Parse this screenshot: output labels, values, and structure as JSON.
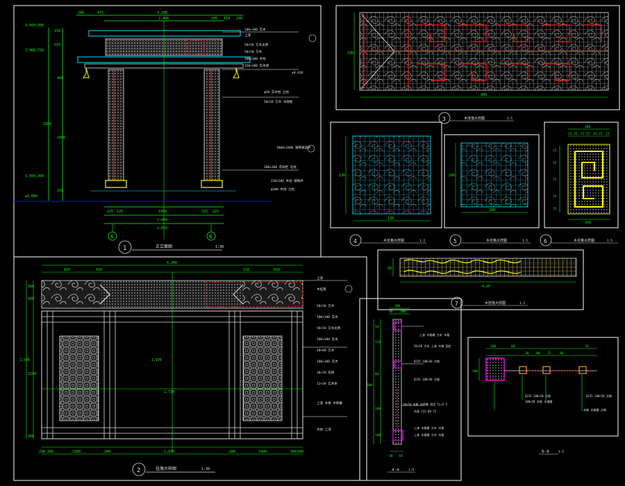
{
  "colors": {
    "bg": "#000000",
    "frame": "#ffffff",
    "dim": "#00ff00",
    "blue": "#0000ff",
    "cyan": "#00e5ff",
    "red": "#ff2020",
    "yellow": "#ffff00",
    "magenta": "#ff00ff",
    "gray": "#b0b0b0",
    "orange": "#ff9a00"
  },
  "panel1": {
    "dims_top": [
      "240",
      "475",
      "4,200",
      "205",
      "410",
      "240",
      "2,404"
    ],
    "dims_bottom": [
      "225",
      "225",
      "1950",
      "225",
      "225",
      "2,404",
      "2,850"
    ],
    "levels": [
      "3.560,300",
      "3.060,750",
      "1.560,300",
      "±0.000"
    ],
    "left_dims": [
      "150",
      "510",
      "2050",
      "3300",
      "460",
      "150"
    ],
    "callouts": [
      "100×100 实木",
      "上漆",
      "50×50 方木龙骨",
      "50×50 方木",
      "100×100 木柱",
      "150×200 实木梁",
      "±0.420",
      "φ50 实木柱 立柱",
      "50×50 方木 木地板",
      "1800×1800 铸铁铸造件",
      "200×200 花岗岩 石柱",
      "150×500 木柱 铸铁件",
      "φ200 木柱 立柱"
    ],
    "axis_a": "A",
    "axis_b": "B",
    "number": "1",
    "title": "正立面图",
    "scale": "1:30"
  },
  "panel2": {
    "dims_top": [
      "810",
      "150",
      "4,200",
      "150",
      "810"
    ],
    "dims_bottom": [
      "200",
      "300",
      "1090",
      "200",
      "1,930",
      "200",
      "1090",
      "300",
      "200"
    ],
    "left_dims": [
      "300",
      "300",
      "2100",
      "2,700",
      "300"
    ],
    "center_vert": "1,970",
    "center_horiz": "1,730",
    "callouts": [
      "上漆",
      "木挂落",
      "50×50 方木",
      "100×100 实木",
      "50×50 方木龙骨",
      "100×100 实木",
      "40×60 方木",
      "100×100 实木",
      "30×70 花格",
      "12×50 实木条",
      "上漆 木格 木格栅",
      "木柱 上漆"
    ],
    "number": "2",
    "title": "挂落大样图",
    "scale": "1:30"
  },
  "panel3": {
    "dim_v": "330",
    "dim_h": "900",
    "number": "3",
    "title": "木挂落大样图",
    "scale": "1:5"
  },
  "panel4": {
    "dim_v": "130",
    "dim_h": "130",
    "number": "4",
    "title": "木花格大样图",
    "scale": "1:2"
  },
  "panel5": {
    "dim_v": "200",
    "dim_h": "200",
    "number": "5",
    "title": "木花格大样图",
    "scale": "1:5"
  },
  "panel6": {
    "dims_top": [
      "180",
      "15",
      "35",
      "15",
      "55",
      "15",
      "35",
      "15"
    ],
    "dims_left": [
      "15",
      "35",
      "55",
      "35",
      "15"
    ],
    "note": "木纹",
    "number": "6",
    "title": "木花格大样图",
    "scale": "1:5"
  },
  "panel7": {
    "dim_v": "50",
    "dim_h": "4,20",
    "number": "7",
    "title": "木挂落大样图",
    "scale": "1:2"
  },
  "panel8": {
    "dims_top": [
      "200",
      "40",
      "100"
    ],
    "left_dims": [
      "50",
      "120",
      "300",
      "80",
      "160",
      "100"
    ],
    "callouts": [
      "上漆 木格栅 方木 木格",
      "50×50 方木 上漆 木格 固定",
      "Q235 100×50 方钢",
      "Q235 100×50 方钢",
      "10×50 木格 木格栅 固定 CL=5-5",
      "木格 L52-06-72",
      "上漆 木格栅 方木 木格",
      "上漆 木格栅 方木 木格"
    ],
    "bottom_dims": [
      "50",
      "50"
    ],
    "title": "a-a",
    "scale": "1:5"
  },
  "panel9": {
    "dims_top": [
      "100",
      "80",
      "30",
      "80",
      "75",
      "80",
      "70"
    ],
    "left_dim": "100",
    "callouts": [
      "Q235 100×50 方钢",
      "100×50 木格 木格栅",
      "Q235 100×50 方钢",
      "木格 木格栅 方钢"
    ],
    "title": "b-b",
    "scale": "1:5"
  }
}
